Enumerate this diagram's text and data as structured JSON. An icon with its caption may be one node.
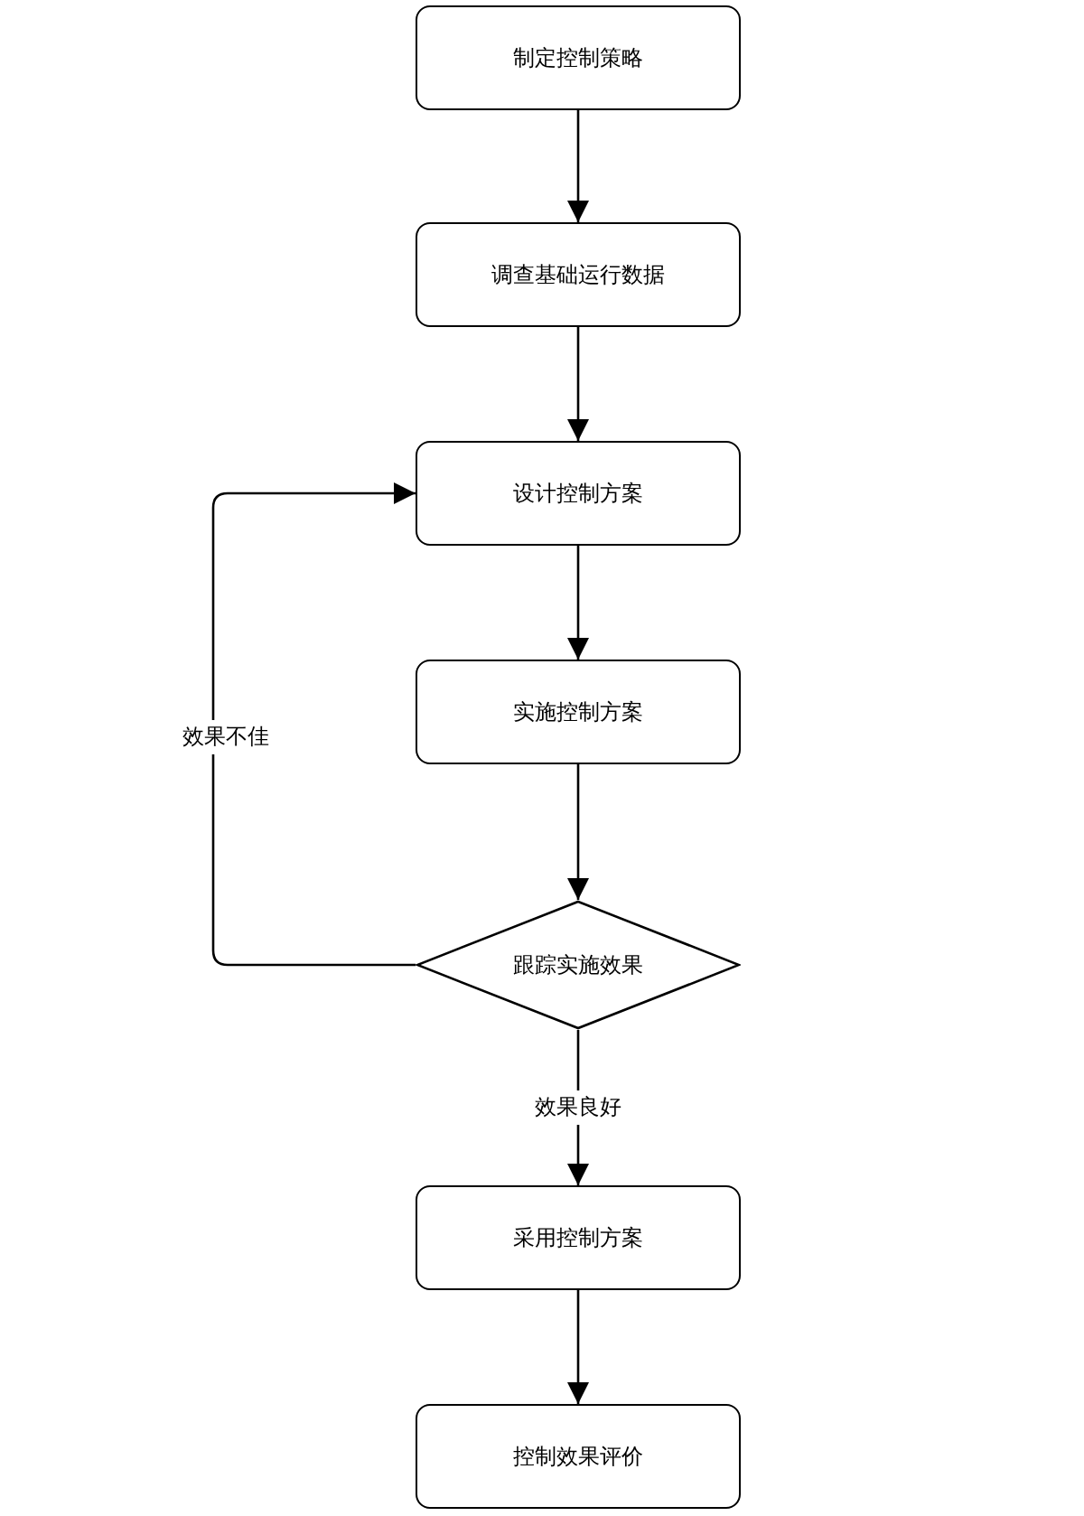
{
  "diagram": {
    "nodes": [
      {
        "text": [
          "制定控制策略"
        ]
      },
      {
        "text": [
          "调查基础运行数据"
        ]
      },
      {
        "text": [
          "设计控制方案"
        ]
      },
      {
        "text": [
          "实施控制方案"
        ]
      },
      {
        "text": [
          "跟踪实施效果"
        ]
      },
      {
        "text": [
          "采用控制方案"
        ]
      },
      {
        "text": [
          "控制效果评价"
        ]
      }
    ],
    "edges": [
      {
        "from": 0,
        "to": 1,
        "arrow": "to"
      },
      {
        "from": 1,
        "to": 2,
        "arrow": "to"
      },
      {
        "from": 2,
        "to": 3,
        "arrow": "to"
      },
      {
        "from": 3,
        "to": 4,
        "arrow": "to"
      },
      {
        "from": 4,
        "to": 2,
        "arrow": "to",
        "label": "效果不佳"
      },
      {
        "from": 4,
        "to": 5,
        "arrow": "to",
        "label": "效果良好"
      },
      {
        "from": 5,
        "to": 6,
        "arrow": "to"
      }
    ]
  }
}
